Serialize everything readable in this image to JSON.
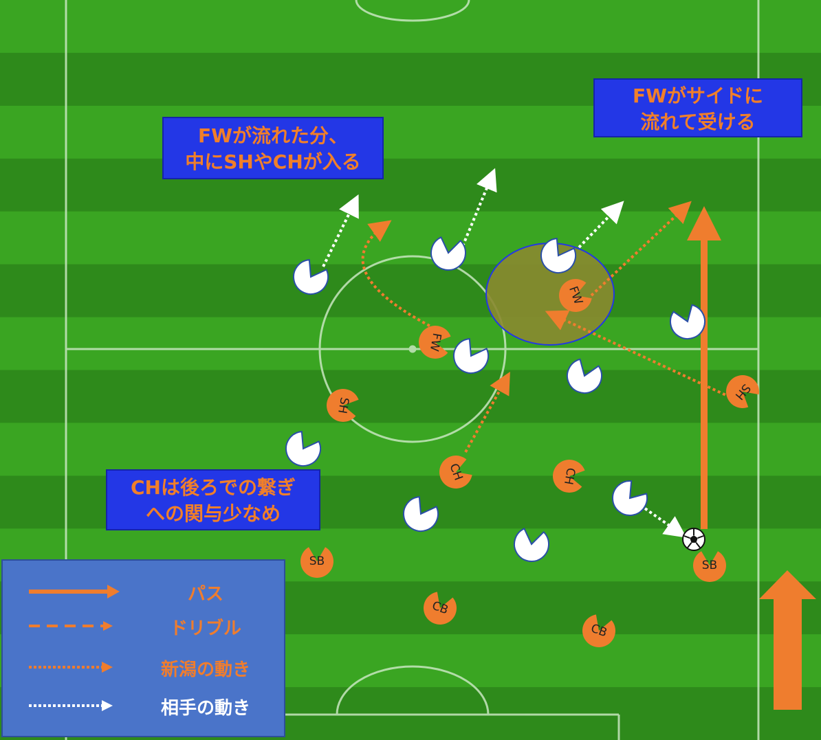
{
  "colors": {
    "grass_light": "#3aa522",
    "grass_dark": "#2e8a1b",
    "line": "#c8e6c0",
    "team_orange": "#ef7d2e",
    "opponent_white": "#ffffff",
    "note_bg": "#2337e6",
    "note_text": "#f07f2a",
    "legend_bg": "#4a74c9",
    "zone_fill": "#8a8a30"
  },
  "notes": {
    "fw_side": "FWがサイドに\n流れて受ける",
    "fw_gap": "FWが流れた分、\n中にSHやCHが入る",
    "ch_note": "CHは後ろでの繋ぎ\nへの関与少なめ"
  },
  "legend": {
    "pass": "パス",
    "dribble": "ドリブル",
    "niigata_move": "新潟の動き",
    "opponent_move": "相手の動き"
  },
  "players": [
    {
      "label": "FW",
      "rotation": 70
    },
    {
      "label": "FW",
      "rotation": 100
    },
    {
      "label": "SH",
      "rotation": 100
    },
    {
      "label": "SH",
      "rotation": 130
    },
    {
      "label": "CH",
      "rotation": 70
    },
    {
      "label": "CH",
      "rotation": 100
    },
    {
      "label": "SB",
      "rotation": 0
    },
    {
      "label": "SB",
      "rotation": 0
    },
    {
      "label": "CB",
      "rotation": 20
    },
    {
      "label": "CB",
      "rotation": 20
    }
  ],
  "opponent_count": 11,
  "attack_direction_icon": "up-arrow-icon",
  "ball_icon": "soccer-ball-icon"
}
